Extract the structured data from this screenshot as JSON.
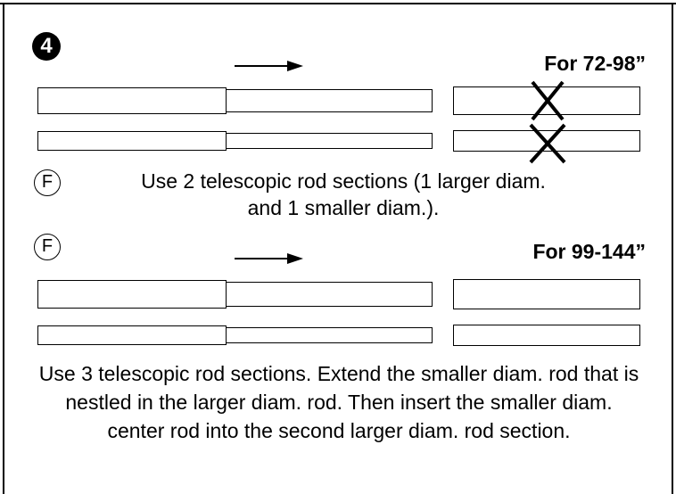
{
  "step": {
    "number": "4"
  },
  "section_72_98": {
    "range_label": "For 72-98”",
    "marker_label": "F",
    "instruction": "Use 2 telescopic rod sections (1 larger diam. and 1 smaller diam.)."
  },
  "section_99_144": {
    "range_label": "For 99-144”",
    "marker_label": "F",
    "instruction": "Use 3 telescopic rod sections. Extend the smaller diam. rod that is nestled in the larger diam. rod. Then insert the smaller diam. center rod into the second larger diam. rod section."
  }
}
